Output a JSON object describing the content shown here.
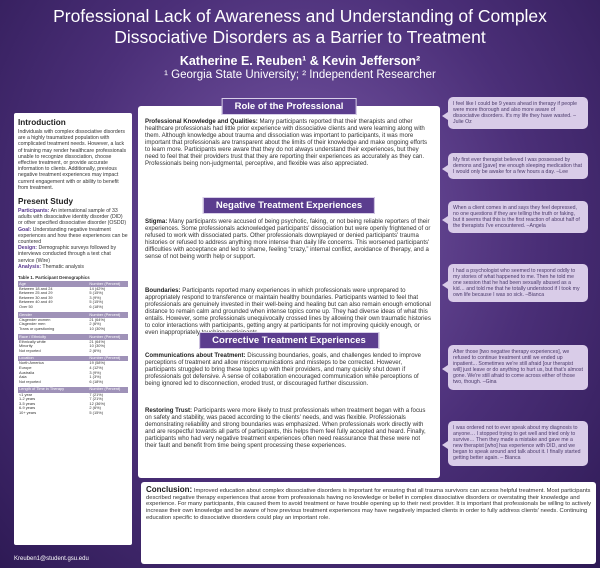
{
  "header": {
    "title": "Professional Lack of Awareness and Understanding of Complex Dissociative Disorders as a Barrier to Treatment",
    "authors": "Katherine E. Reuben¹ & Kevin Jefferson²",
    "affiliations": "¹ Georgia State University; ² Independent Researcher"
  },
  "left": {
    "intro_heading": "Introduction",
    "intro_text": "Individuals with complex dissociative disorders are a highly traumatized population with complicated treatment needs. However, a lack of training may render healthcare professionals unable to recognize dissociation, choose effective treatment, or provide accurate information to clients.  Additionally, previous negative treatment experiences may impact current engagement with or ability to benefit from treatment.",
    "study_heading": "Present Study",
    "participants_label": "Participants:",
    "participants_text": " An international sample of 33 adults with dissociative identity disorder (DID) or other specified dissociative disorder (OSDD)",
    "goal_label": "Goal:",
    "goal_text": " Understanding negative treatment experiences and how these experiences can be countered",
    "design_label": "Design:",
    "design_text": " Demographic surveys followed by interviews conducted through a text chat service (Wire)",
    "analysis_label": "Analysis:",
    "analysis_text": " Thematic analysis",
    "table_caption": "Table 1. Participant Demographics",
    "table_sections": [
      {
        "header": [
          "Age",
          "Number (Percent)"
        ],
        "rows": [
          [
            "Between 18 and 24",
            "14 (42%)"
          ],
          [
            "Between 25 and 29",
            "5 (15%)"
          ],
          [
            "Between 30 and 39",
            "3 (9%)"
          ],
          [
            "Between 40 and 49",
            "5 (15%)"
          ],
          [
            "Over 50",
            "6 (18%)"
          ]
        ]
      },
      {
        "header": [
          "Gender",
          "Number (Percent)"
        ],
        "rows": [
          [
            "Cisgender women",
            "21 (64%)"
          ],
          [
            "Cisgender men",
            "2 (6%)"
          ],
          [
            "Trans or questioning",
            "10 (30%)"
          ]
        ]
      },
      {
        "header": [
          "Race / Ethnicity",
          "Number (Percent)"
        ],
        "rows": [
          [
            "Ethnically white",
            "21 (64%)"
          ],
          [
            "Minority",
            "10 (30%)"
          ],
          [
            "Not reported",
            "2 (6%)"
          ]
        ]
      },
      {
        "header": [
          "Location",
          "Number (Percent)"
        ],
        "rows": [
          [
            "North America",
            "19 (58%)"
          ],
          [
            "Europe",
            "4 (12%)"
          ],
          [
            "Australia",
            "3 (9%)"
          ],
          [
            "Asia",
            "1 (3%)"
          ],
          [
            "Not reported",
            "6 (18%)"
          ]
        ]
      },
      {
        "header": [
          "Length of Time in Therapy",
          "Number (Percent)"
        ],
        "rows": [
          [
            "<1 year",
            "7 (21%)"
          ],
          [
            "1-2 years",
            "7 (21%)"
          ],
          [
            "3-5 years",
            "12 (36%)"
          ],
          [
            "6-9 years",
            "2 (6%)"
          ],
          [
            "10+ years",
            "5 (15%)"
          ]
        ]
      }
    ],
    "email": "Kreuben1@student.gsu.edu"
  },
  "role": {
    "heading": "Role of the Professional",
    "label": "Professional Knowledge and Qualities:",
    "text": " Many participants reported that their therapists and other healthcare professionals had little prior experience with dissociative clients and were learning along with them.  Although knowledge about trauma and dissociation was important to participants, it was more important that professionals are transparent about the limits of their knowledge and make ongoing efforts to learn more. Participants were aware that they do not always understand their experiences, but they need to feel that their providers trust that they are reporting their experiences as accurately as they can. Professionals being non-judgmental, perceptive, and flexible was also appreciated."
  },
  "negative": {
    "heading": "Negative Treatment Experiences",
    "stigma_label": "Stigma:",
    "stigma_text": " Many participants were accused of being psychotic, faking, or not being reliable reporters of their experiences. Some professionals acknowledged participants' dissociation but  were openly frightened of or refused to work with dissociated parts. Other professionals downplayed or denied participants' trauma histories or refused to address anything more intense than daily life concerns. This worsened participants' difficulties with acceptance and led to shame, feeling “crazy,” internal conflict, avoidance of therapy, and a sense of not being worth help or support.",
    "boundaries_label": "Boundaries:",
    "boundaries_text": " Participants reported many experiences in which professionals were unprepared to appropriately respond to transference or maintain healthy boundaries. Participants wanted to feel that professionals are genuinely invested in their well-being and healing  but can also remain enough emotional distance to remain calm and grounded when intense topics come up. They had diverse ideas of what this entails. However, some professionals unequivocally crossed lines by allowing their own traumatic histories to color interactions with participants, getting angry at participants for not improving quickly enough,  or even inappropriately touching participants."
  },
  "corrective": {
    "heading": "Corrective Treatment Experiences",
    "comm_label": "Communications about Treatment:",
    "comm_text": " Discussing boundaries, goals, and challenges lended to improve perceptions of treatment and allow miscommunications and missteps to be corrected. However, participants struggled to bring these topics up with their providers, and many quickly shut down if professionals got defensive. A  sense of collaboration encouraged communication while perceptions of being ignored led to disconnection, eroded trust, or discouraged further discussion.",
    "trust_label": "Restoring Trust:",
    "trust_text": " Participants were more likely to trust professionals when treatment began with a focus on safety and stability, was paced according to the clients' needs, and was flexible. Professionals demonstrating reliability and strong boundaries was emphasized. When professionals work directly with and are respectful towards all parts of participants, this helps them feel fully accepted and heard. Finally, participants who had very negative treatment experiences often need reassurance that these were not their fault and benefit from time being spent processing these experiences."
  },
  "quotes": [
    "I feel like I could be 9 years ahead in therapy if people were more thorough and also more aware of dissociative disorders. It's my life they have wasted. –Julie Oz",
    "My first ever therapist believed I was possessed by demons and [gave] me enough sleeping medication that I would only be awake for a few hours a day. –Lee",
    "When a client comes in and says they feel depressed, no one questions if they are telling the truth or faking, but it seems that this is the first reaction of about half of the therapists I've encountered. –Angela",
    "I had a psychologist who seemed to respond oddly to my stories of what happened to me. Then he told me one session that he had been sexually abused as a kid… and told me that he totally understood if I took my own life because I was so sick. –Bianca",
    "After those [two negative therapy experiences], we refused to continue treatment until we ended up inpatient... Sometimes we're still afraid [our therapist will] just leave or do anything to hurt us, but that's almost gone. We're still afraid to come across either of those two, though. –Gina",
    "I was ordered not to ever speak about my diagnosis to anyone… I stopped trying to get well and tried only to survive… Then they made a mistake and gave me a new therapist [who] has experience with DID, and we began to speak around and talk about it. I finally started getting better again. – Bianca"
  ],
  "conclusion": {
    "label": "Conclusion:",
    "text": " Improved education about complex dissociative disorders is important for ensuring that all trauma survivors can access helpful treatment. Most participants described negative therapy experiences that arose from professionals having no knowledge or belief in complex dissociative disorders or overstating their knowledge and experience. For many participants, this caused them to avoid treatment or have trouble opening up to their next provider. It is important that professionals be willing to actively increase their own knowledge and be aware of how previous treatment experiences may have negatively impacted clients in order to fully address clients' needs. Continuing education specific to dissociative disorders could play an important role."
  }
}
